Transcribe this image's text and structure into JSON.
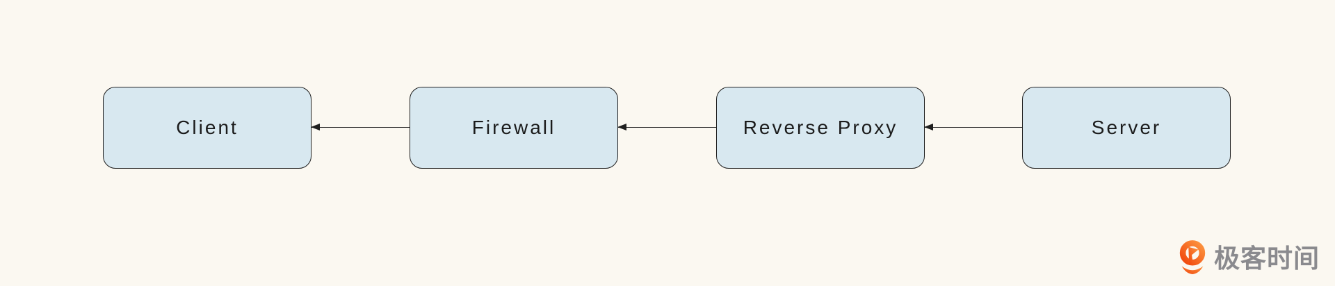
{
  "page": {
    "background_color": "#fbf8f1"
  },
  "diagram": {
    "type": "flow",
    "nodes": [
      {
        "id": "client",
        "label": "Client"
      },
      {
        "id": "firewall",
        "label": "Firewall"
      },
      {
        "id": "reverse-proxy",
        "label": "Reverse Proxy"
      },
      {
        "id": "server",
        "label": "Server"
      }
    ],
    "edges": [
      {
        "from": "firewall",
        "to": "client",
        "direction": "left"
      },
      {
        "from": "reverse-proxy",
        "to": "firewall",
        "direction": "left"
      },
      {
        "from": "server",
        "to": "reverse-proxy",
        "direction": "left"
      }
    ],
    "colors": {
      "node_fill": "#d8e8f0",
      "node_border": "#1f1f1f",
      "arrow": "#2b2b2b",
      "label_text": "#1b1b1b"
    }
  },
  "branding": {
    "logo_text": "极客时间",
    "logo_text_color": "#8a8a8e",
    "logo_icon": "geektime-logo-icon",
    "logo_icon_color_start": "#f1470d",
    "logo_icon_color_end": "#fc9540"
  }
}
